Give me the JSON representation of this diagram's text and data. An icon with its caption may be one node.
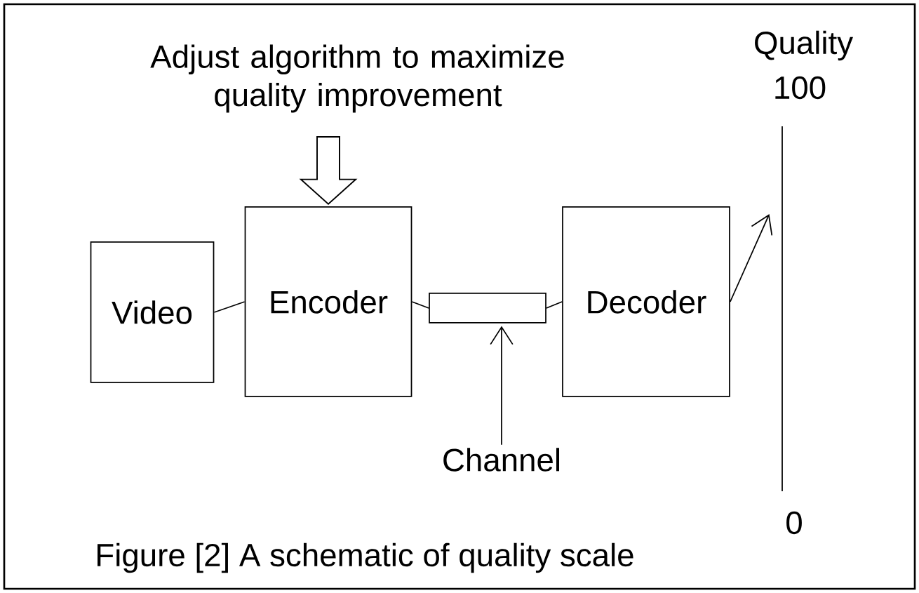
{
  "diagram": {
    "caption": "Figure [2] A schematic of quality scale",
    "nodes": [
      {
        "text": [
          "Adjust algorithm to maximize quality improvement"
        ]
      },
      {
        "text": [
          "Video"
        ]
      },
      {
        "text": [
          "Encoder"
        ]
      },
      {
        "text": [],
        "shape": "box"
      },
      {
        "text": [
          "Decoder"
        ]
      },
      {
        "text": [
          "Channel"
        ]
      },
      {
        "text": [],
        "shape": "bar"
      }
    ],
    "edges": [
      {
        "from": 0,
        "to": 2,
        "arrow": "to",
        "style": "thick"
      },
      {
        "from": 1,
        "to": 2,
        "arrow": "none"
      },
      {
        "from": 2,
        "to": 3,
        "arrow": "none"
      },
      {
        "from": 3,
        "to": 4,
        "arrow": "none"
      },
      {
        "from": 5,
        "to": 3,
        "arrow": "to"
      },
      {
        "from": 4,
        "to": 6,
        "arrow": "to"
      }
    ],
    "labels": [
      "Quality",
      "100",
      "0"
    ]
  }
}
